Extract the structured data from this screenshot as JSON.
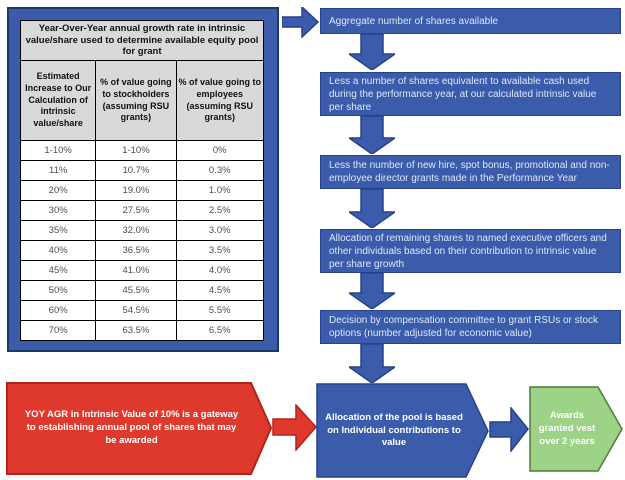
{
  "colors": {
    "blue": "#3B5CAB",
    "blue_dark": "#27418C",
    "navy": "#1F3864",
    "light_text": "#DEE7F8",
    "red": "#DE392C",
    "red_dark": "#B02418",
    "green": "#9CD387",
    "green_dark": "#4F7B38",
    "gray_header": "#D9D9D9",
    "table_text": "#4D4D4D"
  },
  "table": {
    "title": "Year-Over-Year annual growth rate in intrinsic value/share used to determine available equity pool for grant",
    "columns": [
      "Estimated Increase to Our Calculation of intrinsic value/share",
      "% of value going to stockholders (assuming RSU grants)",
      "% of value going to employees (assuming RSU grants)"
    ],
    "rows": [
      [
        "1-10%",
        "1-10%",
        "0%"
      ],
      [
        "11%",
        "10.7%",
        "0.3%"
      ],
      [
        "20%",
        "19.0%",
        "1.0%"
      ],
      [
        "30%",
        "27.5%",
        "2.5%"
      ],
      [
        "35%",
        "32.0%",
        "3.0%"
      ],
      [
        "40%",
        "36.5%",
        "3.5%"
      ],
      [
        "45%",
        "41.0%",
        "4.0%"
      ],
      [
        "50%",
        "45.5%",
        "4.5%"
      ],
      [
        "60%",
        "54.5%",
        "5.5%"
      ],
      [
        "70%",
        "63.5%",
        "6.5%"
      ]
    ]
  },
  "flow": {
    "steps": [
      "Aggregate number of shares available",
      "Less a number of shares equivalent to available cash used during the performance year, at our calculated intrinsic value per share",
      "Less the number of new hire, spot bonus, promotional and non-employee director grants made in the Performance Year",
      "Allocation of remaining shares to named executive officers and other individuals based on their contribution to intrinsic value per share growth",
      "Decision by compensation committee to grant RSUs or stock options (number adjusted for economic value)"
    ]
  },
  "bottom": {
    "gateway": "YOY AGR in Intrinsic Value of 10% is a gateway to establishing annual pool of shares that may be awarded",
    "allocation": "Allocation of the pool is based on Individual contributions to value",
    "awards": "Awards granted vest over 2 years"
  }
}
